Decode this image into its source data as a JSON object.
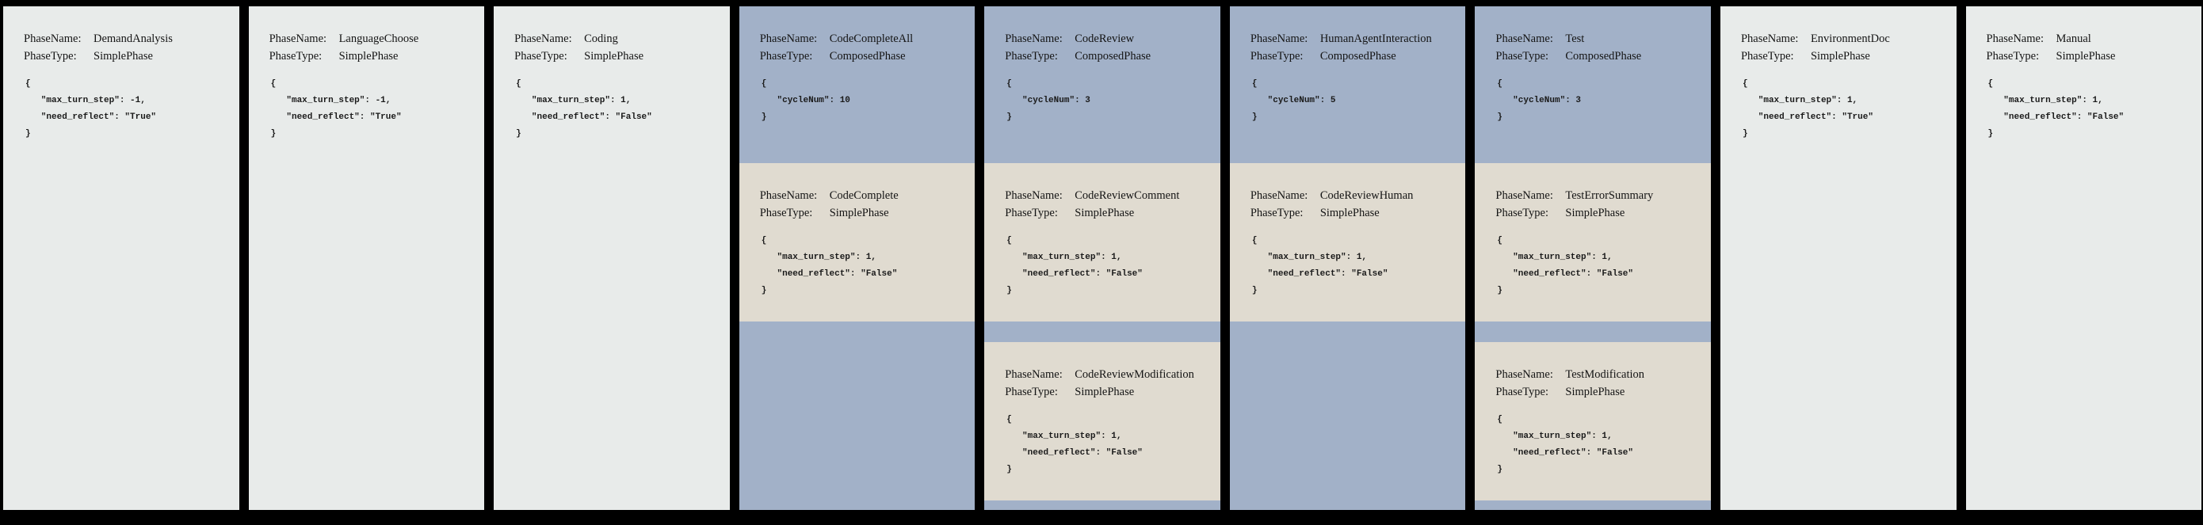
{
  "labels": {
    "phase_name": "PhaseName:",
    "phase_type": "PhaseType:"
  },
  "colors": {
    "background": "#000000",
    "simple_phase_bg": "#e8ebea",
    "composed_phase_bg": "#a2b1c8",
    "nested_phase_bg": "#e0dbd0",
    "text": "#141414"
  },
  "phases": [
    {
      "name": "DemandAnalysis",
      "type": "SimplePhase",
      "config": "{\n   \"max_turn_step\": -1,\n   \"need_reflect\": \"True\"\n}"
    },
    {
      "name": "LanguageChoose",
      "type": "SimplePhase",
      "config": "{\n   \"max_turn_step\": -1,\n   \"need_reflect\": \"True\"\n}"
    },
    {
      "name": "Coding",
      "type": "SimplePhase",
      "config": "{\n   \"max_turn_step\": 1,\n   \"need_reflect\": \"False\"\n}"
    },
    {
      "name": "CodeCompleteAll",
      "type": "ComposedPhase",
      "config": "{\n   \"cycleNum\": 10\n}",
      "children": [
        {
          "name": "CodeComplete",
          "type": "SimplePhase",
          "config": "{\n   \"max_turn_step\": 1,\n   \"need_reflect\": \"False\"\n}"
        }
      ]
    },
    {
      "name": "CodeReview",
      "type": "ComposedPhase",
      "config": "{\n   \"cycleNum\": 3\n}",
      "children": [
        {
          "name": "CodeReviewComment",
          "type": "SimplePhase",
          "config": "{\n   \"max_turn_step\": 1,\n   \"need_reflect\": \"False\"\n}"
        },
        {
          "name": "CodeReviewModification",
          "type": "SimplePhase",
          "config": "{\n   \"max_turn_step\": 1,\n   \"need_reflect\": \"False\"\n}"
        }
      ]
    },
    {
      "name": "HumanAgentInteraction",
      "type": "ComposedPhase",
      "config": "{\n   \"cycleNum\": 5\n}",
      "children": [
        {
          "name": "CodeReviewHuman",
          "type": "SimplePhase",
          "config": "{\n   \"max_turn_step\": 1,\n   \"need_reflect\": \"False\"\n}"
        }
      ]
    },
    {
      "name": "Test",
      "type": "ComposedPhase",
      "config": "{\n   \"cycleNum\": 3\n}",
      "children": [
        {
          "name": "TestErrorSummary",
          "type": "SimplePhase",
          "config": "{\n   \"max_turn_step\": 1,\n   \"need_reflect\": \"False\"\n}"
        },
        {
          "name": "TestModification",
          "type": "SimplePhase",
          "config": "{\n   \"max_turn_step\": 1,\n   \"need_reflect\": \"False\"\n}"
        }
      ]
    },
    {
      "name": "EnvironmentDoc",
      "type": "SimplePhase",
      "config": "{\n   \"max_turn_step\": 1,\n   \"need_reflect\": \"True\"\n}"
    },
    {
      "name": "Manual",
      "type": "SimplePhase",
      "config": "{\n   \"max_turn_step\": 1,\n   \"need_reflect\": \"False\"\n}"
    }
  ]
}
